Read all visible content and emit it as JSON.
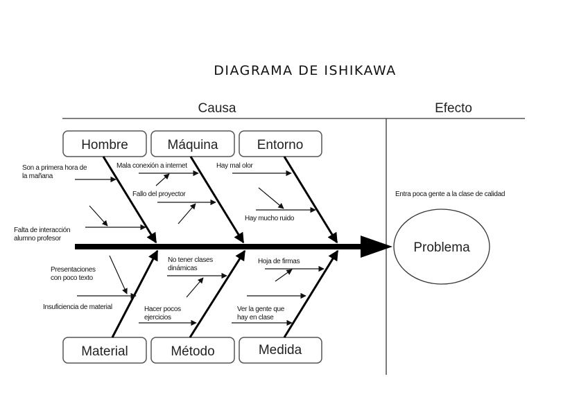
{
  "title": "DIAGRAMA DE ISHIKAWA",
  "headers": {
    "cause": "Causa",
    "effect": "Efecto"
  },
  "problem": {
    "label": "Problema",
    "description": "Entra poca gente a la clase de calidad"
  },
  "categories": {
    "hombre": {
      "label": "Hombre",
      "causes": [
        [
          "Son a primera hora de",
          "la mañana"
        ],
        [
          "Falta de interacción",
          "alumno profesor"
        ]
      ]
    },
    "maquina": {
      "label": "Máquina",
      "causes": [
        [
          "Mala conexión a internet"
        ],
        [
          "Fallo del proyector"
        ]
      ]
    },
    "entorno": {
      "label": "Entorno",
      "causes": [
        [
          "Hay mal olor"
        ],
        [
          "Hay mucho ruido"
        ]
      ]
    },
    "material": {
      "label": "Material",
      "causes": [
        [
          "Presentaciones",
          "con poco texto"
        ],
        [
          "Insuficiencia de material"
        ]
      ]
    },
    "metodo": {
      "label": "Método",
      "causes": [
        [
          "No tener clases",
          "dinámicas"
        ],
        [
          "Hacer pocos",
          "ejercicios"
        ]
      ]
    },
    "medida": {
      "label": "Medida",
      "causes": [
        [
          "Hoja de firmas"
        ],
        [
          "Ver la gente que",
          "hay en clase"
        ]
      ]
    }
  }
}
